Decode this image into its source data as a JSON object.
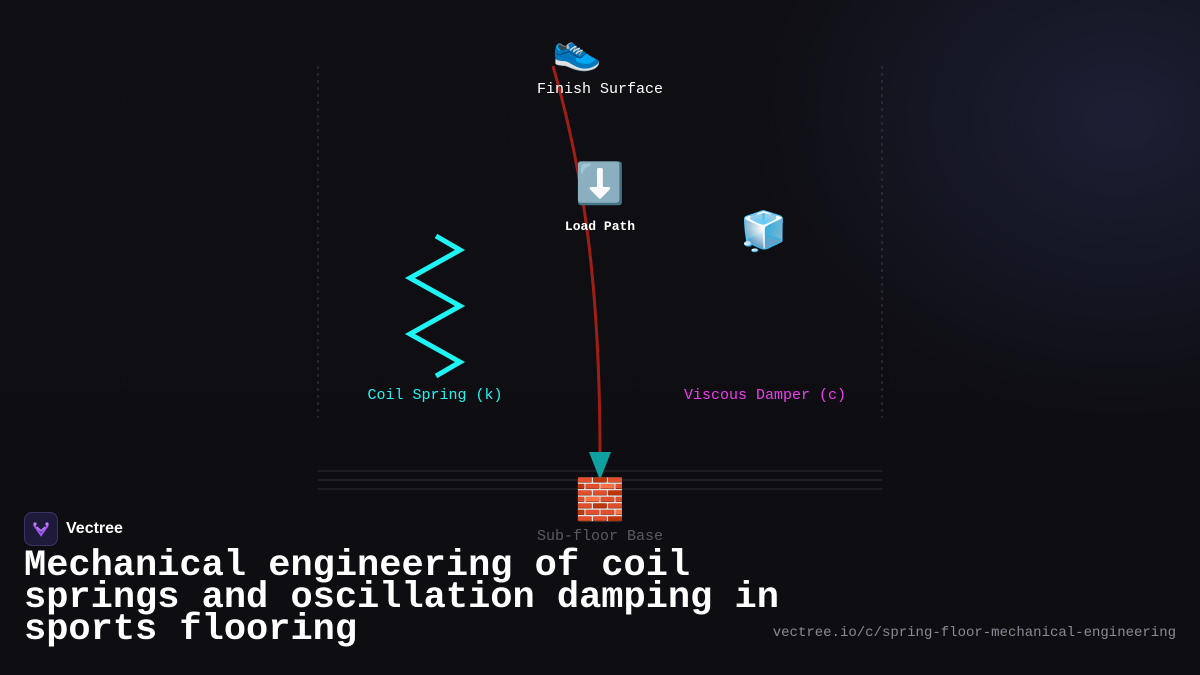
{
  "diagram": {
    "nodes": {
      "finish_surface": {
        "label": "Finish Surface",
        "icon": "running-shoe-icon",
        "glyph": "👟"
      },
      "load_path": {
        "label": "Load Path",
        "icon": "down-arrow-icon",
        "glyph": "⬇️"
      },
      "coil_spring": {
        "label": "Coil Spring (k)",
        "icon": "spring-zigzag-icon"
      },
      "viscous_damper": {
        "label": "Viscous Damper (c)",
        "icon": "ice-cube-icon",
        "glyph": "🧊"
      },
      "subfloor_base": {
        "label": "Sub-floor Base",
        "icon": "brick-icon",
        "glyph": "🧱"
      }
    },
    "colors": {
      "spring": "#1ff4f4",
      "damper": "#f03cf0",
      "load_curve": "#a01e14",
      "arrow_head": "#0fa0a0",
      "subfloor_label": "#5a5a62",
      "guide_lines": "#3a3a44"
    }
  },
  "brand": {
    "name": "Vectree",
    "logo_icon": "vectree-logo-icon"
  },
  "title": "Mechanical engineering of coil springs and oscillation damping in sports flooring",
  "url": "vectree.io/c/spring-floor-mechanical-engineering"
}
